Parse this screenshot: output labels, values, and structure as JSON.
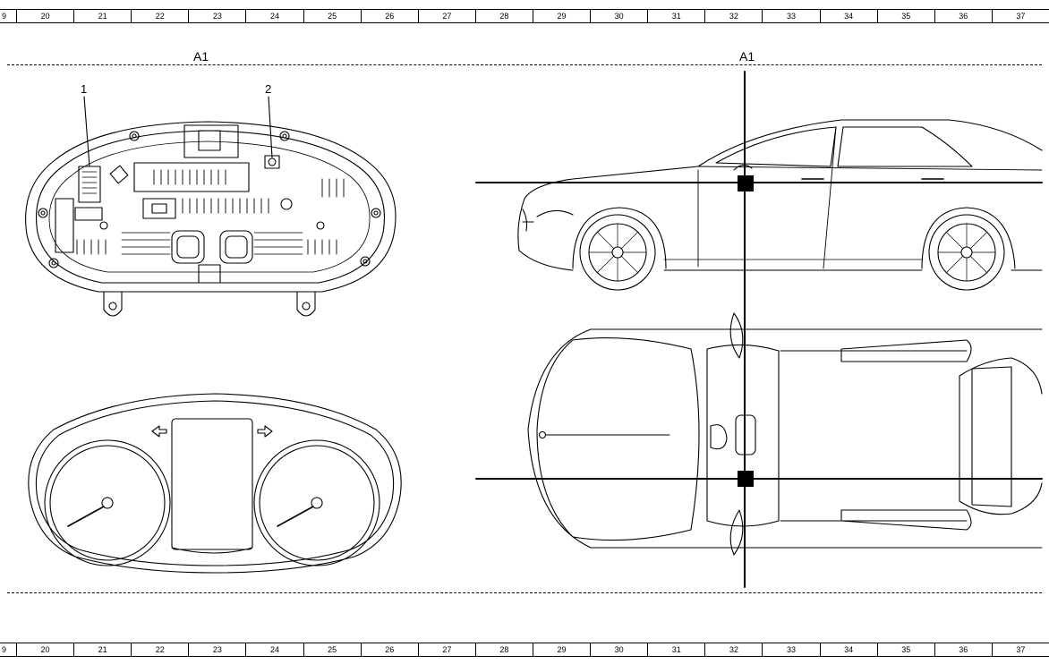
{
  "ruler": {
    "columns": [
      "9",
      "20",
      "21",
      "22",
      "23",
      "24",
      "25",
      "26",
      "27",
      "28",
      "29",
      "30",
      "31",
      "32",
      "33",
      "34",
      "35",
      "36",
      "37"
    ]
  },
  "component_labels": {
    "left": "A1",
    "right": "A1"
  },
  "callouts": {
    "one": "1",
    "two": "2"
  }
}
